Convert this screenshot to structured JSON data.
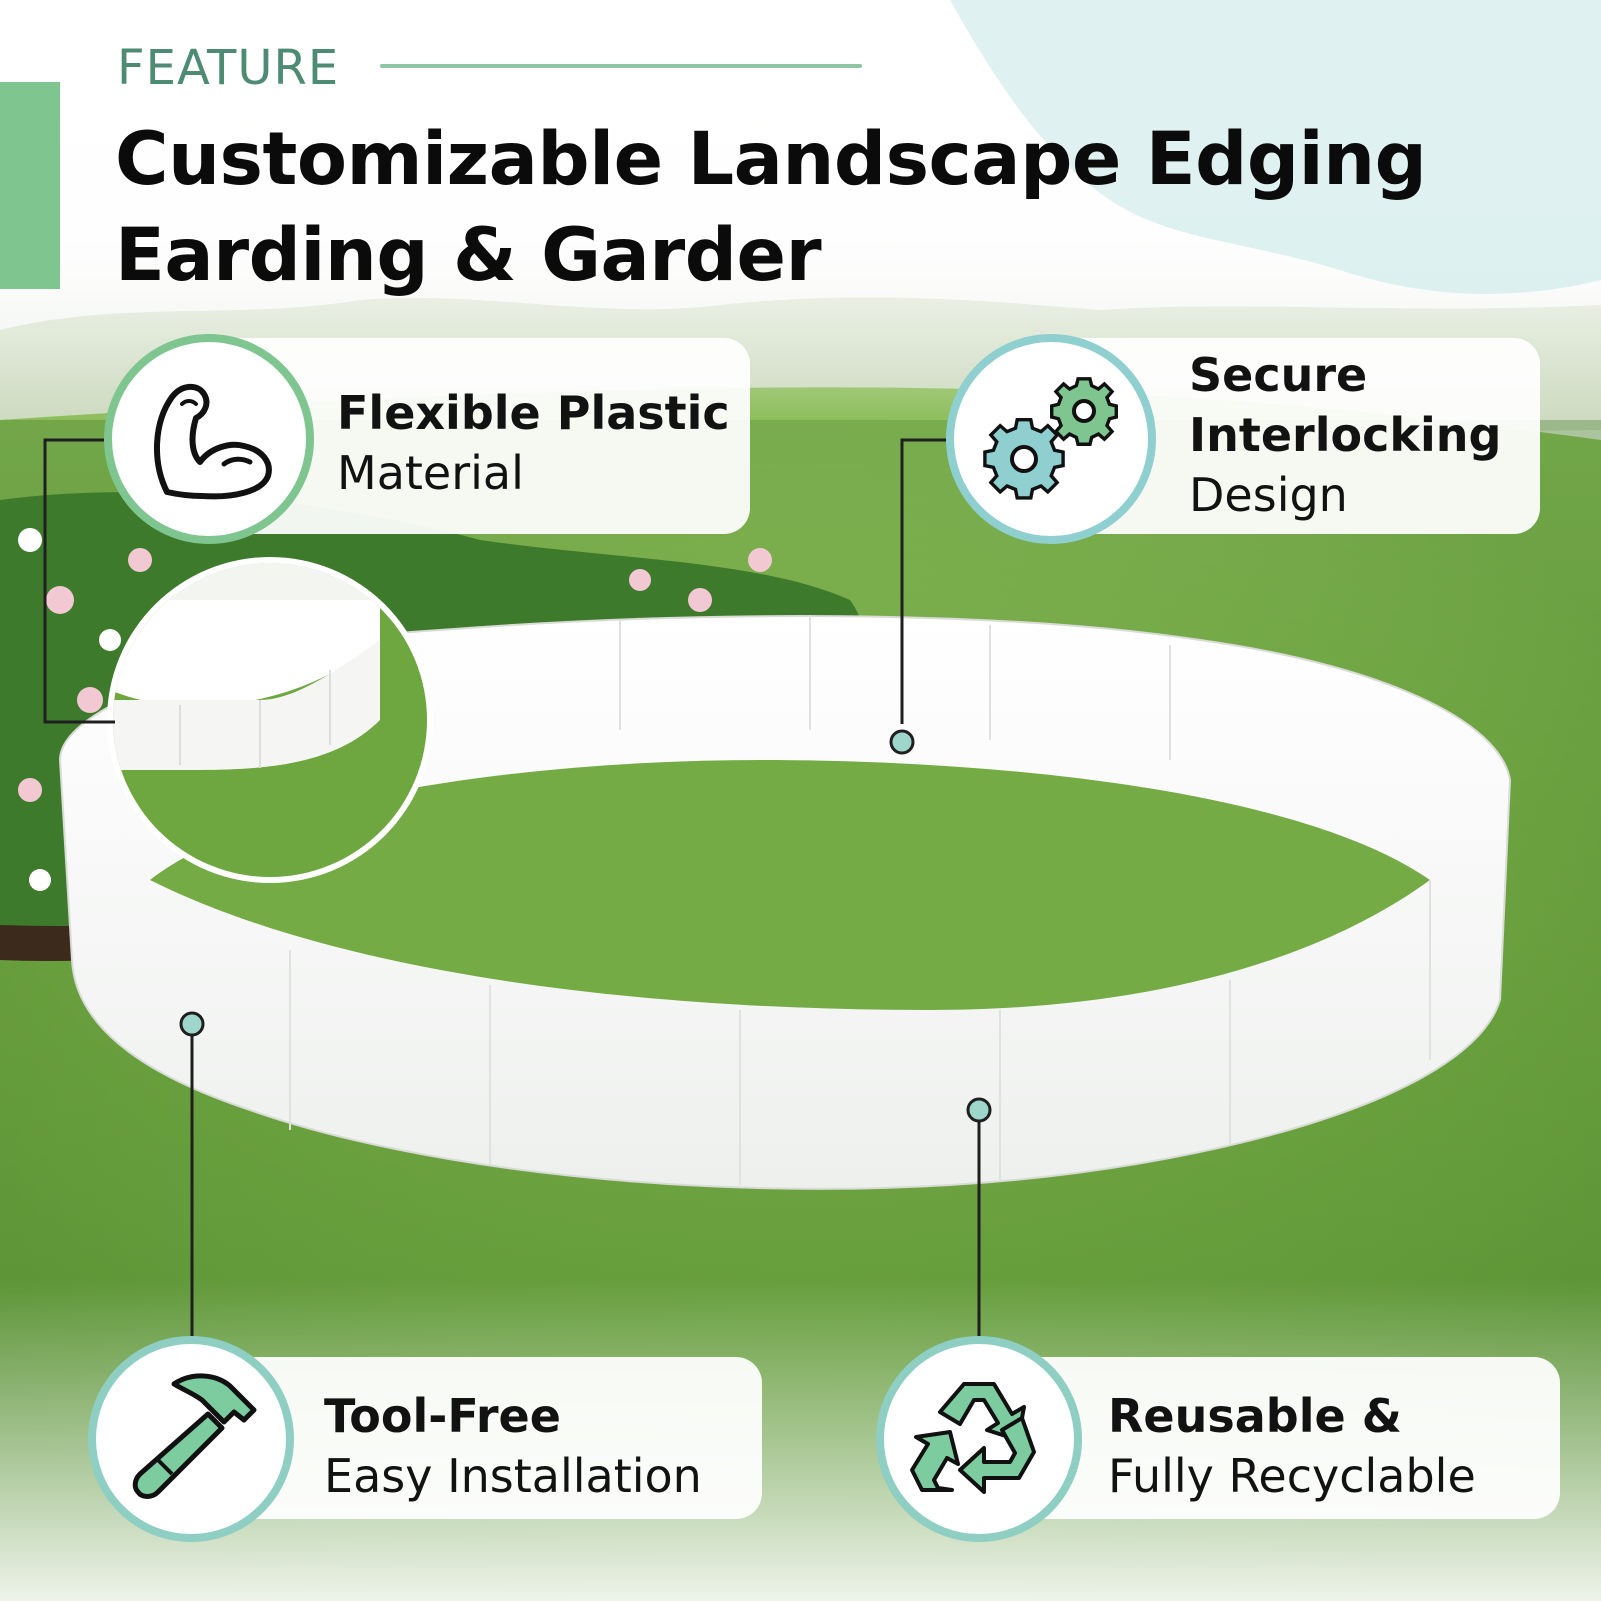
{
  "header": {
    "eyebrow": "FEATURE",
    "title_line1": "Customizable Landscape Edging",
    "title_line2": "Earding & Garder"
  },
  "colors": {
    "accent_green": "#7ec58f",
    "accent_teal": "#8fcfcf",
    "eyebrow_text": "#4e8b73",
    "icon_fill_green": "#7ccca0"
  },
  "features": [
    {
      "icon": "flexed-arm-icon",
      "bold": "Flexible Plastic",
      "regular": "Material"
    },
    {
      "icon": "gears-icon",
      "bold_line1": "Secure",
      "bold_line2": "Interlocking",
      "regular": "Design"
    },
    {
      "icon": "hammer-icon",
      "bold": "Tool-Free",
      "regular": "Easy Installation"
    },
    {
      "icon": "recycle-icon",
      "bold": "Reusable &",
      "regular": "Fully Recyclable"
    }
  ]
}
